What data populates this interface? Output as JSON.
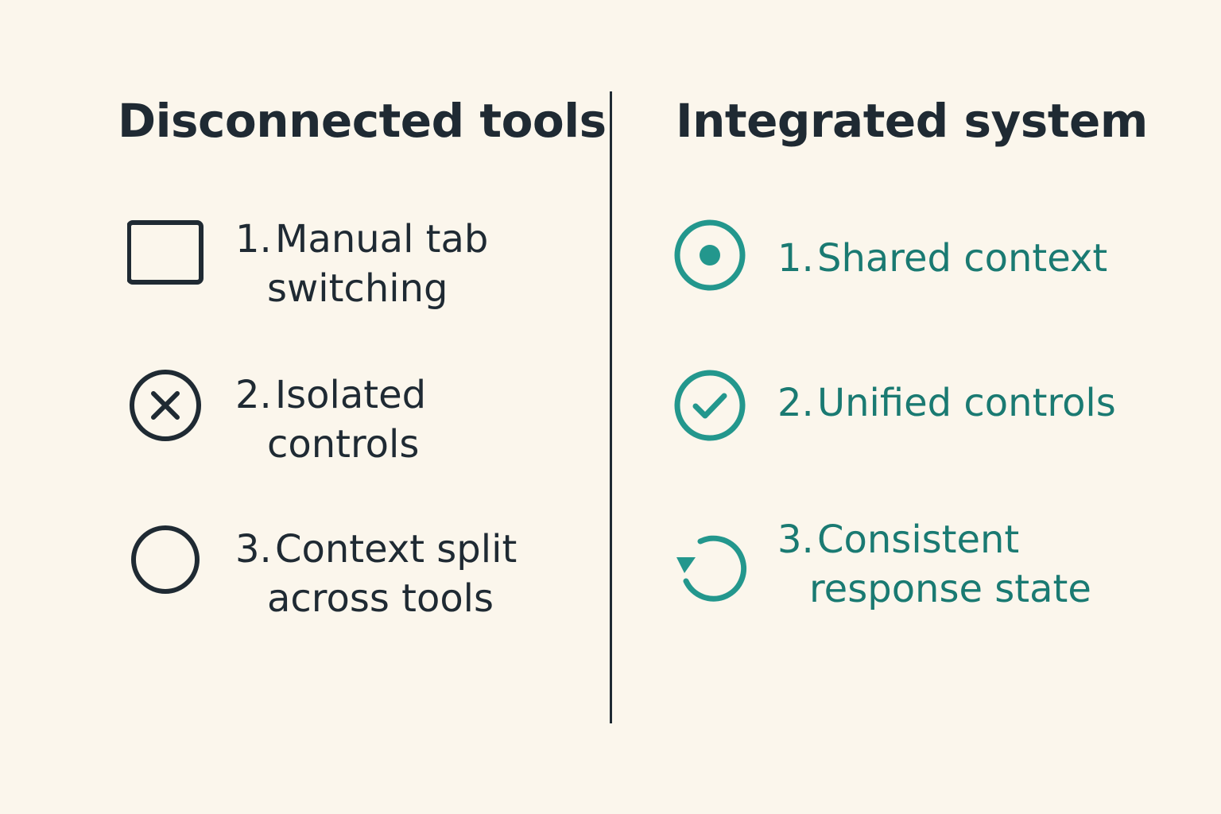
{
  "left": {
    "title": "Disconnected tools",
    "items": [
      {
        "number": "1.",
        "line1": "Manual tab",
        "line2": "switching",
        "icon": "square-icon"
      },
      {
        "number": "2.",
        "line1": "Isolated",
        "line2": "controls",
        "icon": "x-circle-icon"
      },
      {
        "number": "3.",
        "line1": "Context split",
        "line2": "across tools",
        "icon": "circle-icon"
      }
    ]
  },
  "right": {
    "title": "Integrated system",
    "items": [
      {
        "number": "1.",
        "line1": "Shared context",
        "line2": "",
        "icon": "radio-dot-icon"
      },
      {
        "number": "2.",
        "line1": "Unified controls",
        "line2": "",
        "icon": "check-circle-icon"
      },
      {
        "number": "3.",
        "line1": "Consistent",
        "line2": "response state",
        "icon": "refresh-icon"
      }
    ]
  },
  "colors": {
    "background": "#fbf6ec",
    "dark": "#1f2a33",
    "accent": "#1a7a72",
    "accent_icon": "#23978d"
  }
}
